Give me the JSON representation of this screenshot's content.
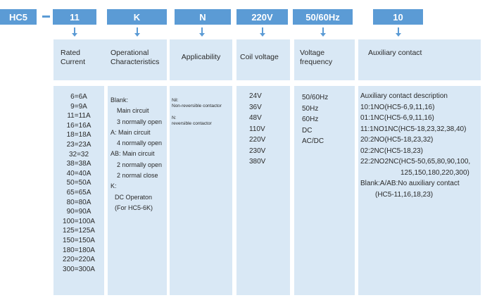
{
  "codes": [
    "HC5",
    "11",
    "K",
    "N",
    "220V",
    "50/60Hz",
    "10"
  ],
  "columns": [
    {
      "header": [
        "Rated",
        "Current"
      ],
      "items": [
        "6=6A",
        "9=9A",
        "11=11A",
        "16=16A",
        "18=18A",
        "23=23A",
        "32=32",
        "38=38A",
        "40=40A",
        "50=50A",
        "65=65A",
        "80=80A",
        "90=90A",
        "100=100A",
        "125=125A",
        "150=150A",
        "180=180A",
        "220=220A",
        "300=300A"
      ]
    },
    {
      "header": [
        "Operational",
        "Characteristics"
      ],
      "items": [
        "Blank:",
        "Main circuit",
        "3 normally open",
        "A: Main circuit",
        "4 normally open",
        "AB: Main circuit",
        "2 normally open",
        "2 normal close",
        "K:",
        "DC Operaton",
        "(For HC5-6K)"
      ]
    },
    {
      "header": [
        "Applicability"
      ],
      "items": [
        "Nil:",
        "Non-reversible contactor",
        "N:",
        "reversible contactor"
      ]
    },
    {
      "header": [
        "Coil voltage"
      ],
      "items": [
        "24V",
        "36V",
        "48V",
        "110V",
        "220V",
        "230V",
        "380V"
      ]
    },
    {
      "header": [
        "Voltage",
        "frequency"
      ],
      "items": [
        "50/60Hz",
        "50Hz",
        "60Hz",
        "DC",
        "AC/DC"
      ]
    },
    {
      "header": [
        "Auxiliary contact"
      ],
      "items": [
        "Auxiliary contact description",
        "10:1NO(HC5-6,9,11,16)",
        "01:1NC(HC5-6,9,11,16)",
        "11:1NO1NC(HC5-18,23,32,38,40)",
        "20:2NO(HC5-18,23,32)",
        "02:2NC(HC5-18,23)",
        "22:2NO2NC(HC5-50,65,80,90,100,",
        "125,150,180,220,300)",
        "Blank:A/AB:No auxiliary contact",
        "(HC5-11,16,18,23)"
      ]
    }
  ]
}
